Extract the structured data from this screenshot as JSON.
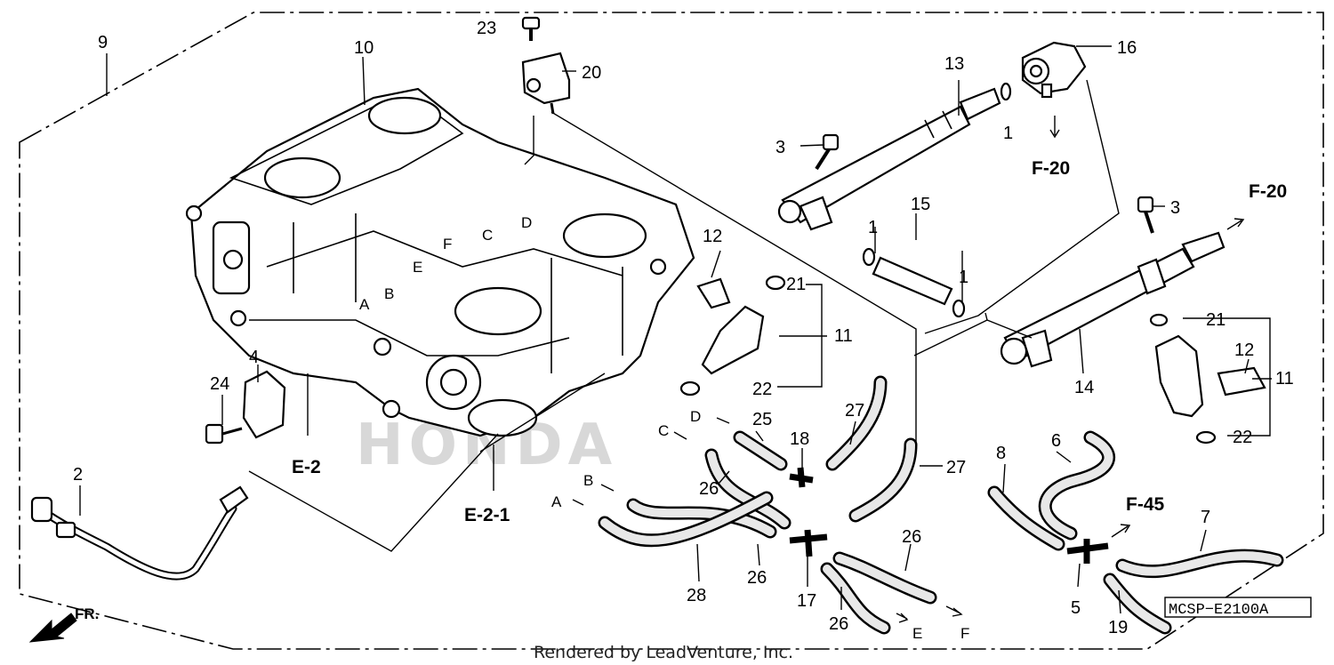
{
  "diagram": {
    "code": "MCSP−E2100A",
    "footer": "Rendered by LeadVenture, Inc.",
    "watermark": "HONDA",
    "direction_label": "FR.",
    "part_numbers": {
      "p1": "1",
      "p2": "2",
      "p3": "3",
      "p4": "4",
      "p5": "5",
      "p6": "6",
      "p7": "7",
      "p8": "8",
      "p9": "9",
      "p10": "10",
      "p11": "11",
      "p12": "12",
      "p13": "13",
      "p14": "14",
      "p15": "15",
      "p16": "16",
      "p17": "17",
      "p18": "18",
      "p19": "19",
      "p20": "20",
      "p21": "21",
      "p22": "22",
      "p23": "23",
      "p24": "24",
      "p25": "25",
      "p26": "26",
      "p27": "27",
      "p28": "28"
    },
    "refs": {
      "e2": "E-2",
      "e21": "E-2-1",
      "f20": "F-20",
      "f45": "F-45"
    },
    "hose_letters": {
      "a": "A",
      "b": "B",
      "c": "C",
      "d": "D",
      "e": "E",
      "f": "F"
    }
  }
}
